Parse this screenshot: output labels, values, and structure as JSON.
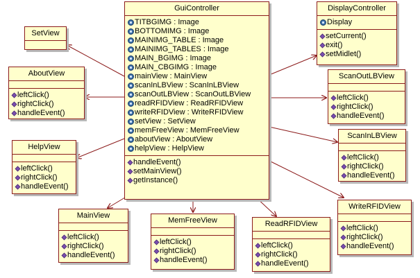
{
  "classes": {
    "gui": {
      "name": "GuiController",
      "attributes": [
        "TITBGIMG : Image",
        "BOTTOMIMG : Image",
        "MAINIMG_TABLE : Image",
        "MAINIMG_TABLES : Image",
        "MAIN_BGIMG : Image",
        "MAIN_CBGIMG : Image",
        "mainView : MainView",
        "scanInLBView : ScanInLBView",
        "scanOutLBView : ScanOutLBView",
        "readRFIDView : ReadRFIDView",
        "writeRFIDView : WriteRFIDView",
        "setView : SetView",
        "memFreeView : MemFreeView",
        "aboutView : AboutView",
        "helpView : HelpView"
      ],
      "operations": [
        "handleEvent()",
        "setMainView()",
        "getInstance()"
      ]
    },
    "display": {
      "name": "DisplayController",
      "attributes": [
        "Display"
      ],
      "operations": [
        "setCurrent()",
        "exit()",
        "setMidlet()"
      ]
    },
    "set_view": {
      "name": "SetView"
    },
    "about_view": {
      "name": "AboutView",
      "operations": [
        "leftClick()",
        "rightClick()",
        "handleEvent()"
      ]
    },
    "help_view": {
      "name": "HelpView",
      "operations": [
        "leftClick()",
        "rightClick()",
        "handleEvent()"
      ]
    },
    "main_view": {
      "name": "MainView",
      "operations": [
        "leftClick()",
        "rightClick()",
        "handleEvent()"
      ]
    },
    "memfree_view": {
      "name": "MemFreeView",
      "operations": [
        "leftClick()",
        "rightClick()",
        "handleEvent()"
      ]
    },
    "readrfid_view": {
      "name": "ReadRFIDView",
      "operations": [
        "leftClick()",
        "rightClick()",
        "handleEvent()"
      ]
    },
    "writerfid_view": {
      "name": "WriteRFIDView",
      "operations": [
        "leftClick()",
        "rightClick()",
        "handleEvent()"
      ]
    },
    "scanout_view": {
      "name": "ScanOutLBView",
      "operations": [
        "leftClick()",
        "rightClick()",
        "handleEvent()"
      ]
    },
    "scanin_view": {
      "name": "ScanInLBView",
      "operations": [
        "leftClick()",
        "rightClick()",
        "handleEvent()"
      ]
    }
  },
  "icons": {
    "attribute": "attribute-icon",
    "operation": "operation-icon"
  },
  "colors": {
    "class_fill": "#ffffcc",
    "class_border": "#8b1a1a",
    "arrow": "#8b1a1a",
    "shadow": "#b8b8b8"
  }
}
